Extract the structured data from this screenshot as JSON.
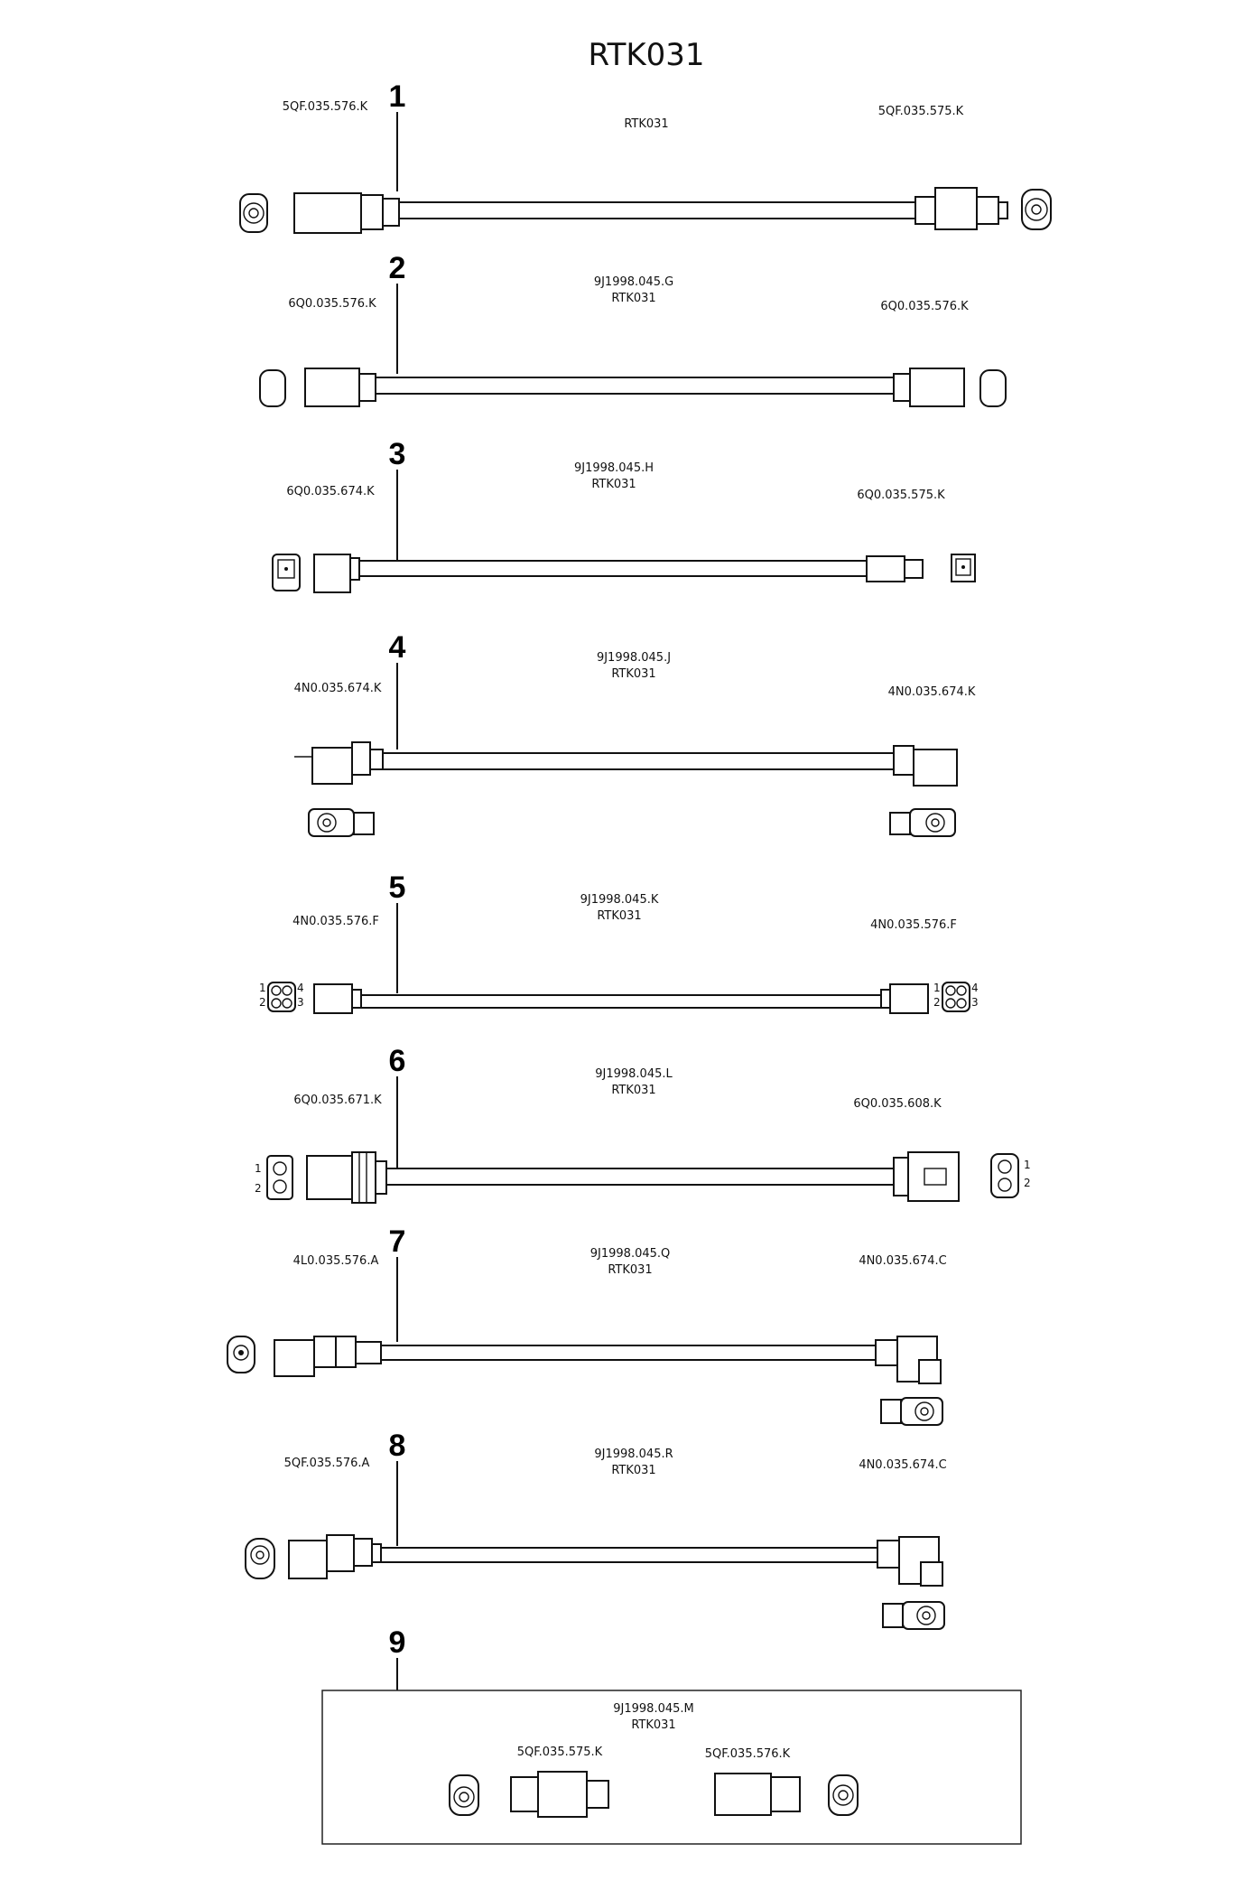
{
  "title": "RTK031",
  "items": [
    {
      "num": "1",
      "left_part": "5QF.035.576.K",
      "center": [
        "RTK031"
      ],
      "right_part": "5QF.035.575.K"
    },
    {
      "num": "2",
      "left_part": "6Q0.035.576.K",
      "center": [
        "9J1998.045.G",
        "RTK031"
      ],
      "right_part": "6Q0.035.576.K"
    },
    {
      "num": "3",
      "left_part": "6Q0.035.674.K",
      "center": [
        "9J1998.045.H",
        "RTK031"
      ],
      "right_part": "6Q0.035.575.K"
    },
    {
      "num": "4",
      "left_part": "4N0.035.674.K",
      "center": [
        "9J1998.045.J",
        "RTK031"
      ],
      "right_part": "4N0.035.674.K"
    },
    {
      "num": "5",
      "left_part": "4N0.035.576.F",
      "center": [
        "9J1998.045.K",
        "RTK031"
      ],
      "right_part": "4N0.035.576.F"
    },
    {
      "num": "6",
      "left_part": "6Q0.035.671.K",
      "center": [
        "9J1998.045.L",
        "RTK031"
      ],
      "right_part": "6Q0.035.608.K"
    },
    {
      "num": "7",
      "left_part": "4L0.035.576.A",
      "center": [
        "9J1998.045.Q",
        "RTK031"
      ],
      "right_part": "4N0.035.674.C"
    },
    {
      "num": "8",
      "left_part": "5QF.035.576.A",
      "center": [
        "9J1998.045.R",
        "RTK031"
      ],
      "right_part": "4N0.035.674.C"
    },
    {
      "num": "9",
      "center": [
        "9J1998.045.M",
        "RTK031"
      ],
      "left_part": "5QF.035.575.K",
      "right_part": "5QF.035.576.K"
    }
  ],
  "pins": {
    "four": [
      "1",
      "2",
      "3",
      "4"
    ],
    "two": [
      "1",
      "2"
    ]
  }
}
